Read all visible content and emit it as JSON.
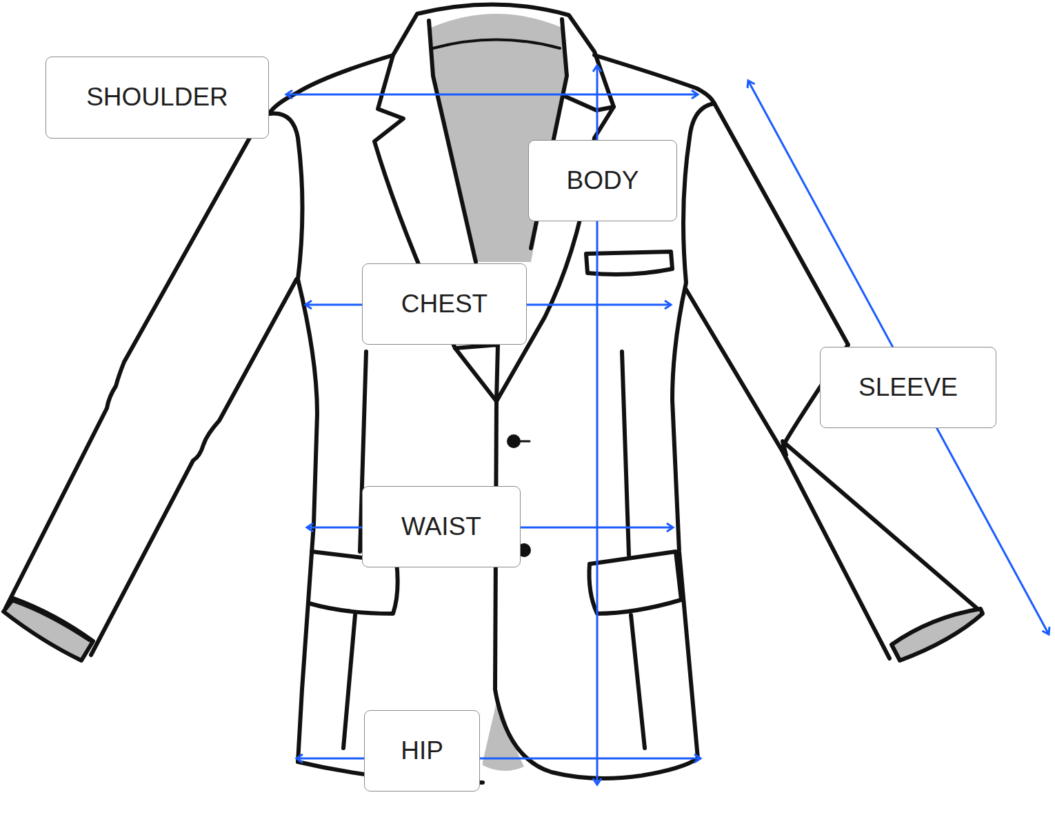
{
  "diagram": {
    "nodes": [
      {
        "text": [
          "SHOULDER"
        ]
      },
      {
        "text": [
          "BODY"
        ]
      },
      {
        "text": [
          "CHEST"
        ]
      },
      {
        "text": [
          "SLEEVE"
        ]
      },
      {
        "text": [
          "WAIST"
        ]
      },
      {
        "text": [
          "HIP"
        ]
      }
    ]
  }
}
